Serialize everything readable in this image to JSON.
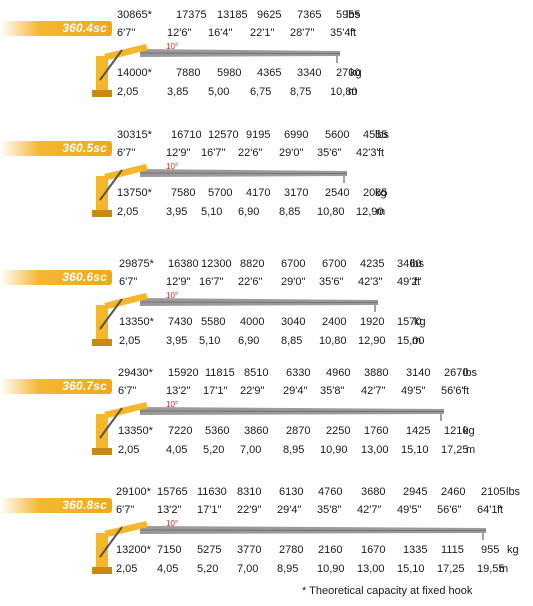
{
  "models": [
    {
      "name": "360.4sc",
      "lbs": [
        "30865*",
        "17375",
        "13185",
        "9625",
        "7365",
        "5955"
      ],
      "ft": [
        "6'7\"",
        "12'6\"",
        "16'4\"",
        "22'1\"",
        "28'7\"",
        "35'4\""
      ],
      "kg": [
        "14000*",
        "7880",
        "5980",
        "4365",
        "3340",
        "2700"
      ],
      "m": [
        "2,05",
        "3,85",
        "5,00",
        "6,75",
        "8,75",
        "10,80"
      ],
      "units": {
        "lbs": "lbs",
        "ft": "ft",
        "kg": "kg",
        "m": "m"
      },
      "angle": "10°"
    },
    {
      "name": "360.5sc",
      "lbs": [
        "30315*",
        "16710",
        "12570",
        "9195",
        "6990",
        "5600",
        "4555"
      ],
      "ft": [
        "6'7\"",
        "12'9\"",
        "16'7\"",
        "22'6\"",
        "29'0\"",
        "35'6\"",
        "42'3\""
      ],
      "kg": [
        "13750*",
        "7580",
        "5700",
        "4170",
        "3170",
        "2540",
        "2065"
      ],
      "m": [
        "2,05",
        "3,95",
        "5,10",
        "6,90",
        "8,85",
        "10,80",
        "12,90"
      ],
      "units": {
        "lbs": "lbs",
        "ft": "ft",
        "kg": "kg",
        "m": "m"
      },
      "angle": "10°"
    },
    {
      "name": "360.6sc",
      "lbs": [
        "29875*",
        "16380",
        "12300",
        "8820",
        "6700",
        "6700",
        "4235",
        "3460"
      ],
      "ft": [
        "6'7\"",
        "12'9\"",
        "16'7\"",
        "22'6\"",
        "29'0\"",
        "35'6\"",
        "42'3\"",
        "49'2\""
      ],
      "kg": [
        "13350*",
        "7430",
        "5580",
        "4000",
        "3040",
        "2400",
        "1920",
        "1570"
      ],
      "m": [
        "2,05",
        "3,95",
        "5,10",
        "6,90",
        "8,85",
        "10,80",
        "12,90",
        "15,00"
      ],
      "units": {
        "lbs": "lbs",
        "ft": "ft",
        "kg": "kg",
        "m": "m"
      },
      "angle": "10°"
    },
    {
      "name": "360.7sc",
      "lbs": [
        "29430*",
        "15920",
        "11815",
        "8510",
        "6330",
        "4960",
        "3880",
        "3140",
        "2670"
      ],
      "ft": [
        "6'7\"",
        "13'2\"",
        "17'1\"",
        "22'9\"",
        "29'4\"",
        "35'8\"",
        "42'7\"",
        "49'5\"",
        "56'6\""
      ],
      "kg": [
        "13350*",
        "7220",
        "5360",
        "3860",
        "2870",
        "2250",
        "1760",
        "1425",
        "1210"
      ],
      "m": [
        "2,05",
        "4,05",
        "5,20",
        "7,00",
        "8,95",
        "10,90",
        "13,00",
        "15,10",
        "17,25"
      ],
      "units": {
        "lbs": "lbs",
        "ft": "ft",
        "kg": "kg",
        "m": "m"
      },
      "angle": "10°"
    },
    {
      "name": "360.8sc",
      "lbs": [
        "29100*",
        "15765",
        "11630",
        "8310",
        "6130",
        "4760",
        "3680",
        "2945",
        "2460",
        "2105"
      ],
      "ft": [
        "6'7\"",
        "13'2\"",
        "17'1\"",
        "22'9\"",
        "29'4\"",
        "35'8\"",
        "42'7\"",
        "49'5\"",
        "56'6\"",
        "64'1\""
      ],
      "kg": [
        "13200*",
        "7150",
        "5275",
        "3770",
        "2780",
        "2160",
        "1670",
        "1335",
        "1115",
        "955"
      ],
      "m": [
        "2,05",
        "4,05",
        "5,20",
        "7,00",
        "8,95",
        "10,90",
        "13,00",
        "15,10",
        "17,25",
        "19,55"
      ],
      "units": {
        "lbs": "lbs",
        "ft": "ft",
        "kg": "kg",
        "m": "m"
      },
      "angle": "10°"
    }
  ],
  "footnote": "* Theoretical capacity at fixed hook",
  "colors": {
    "accent": "#f0a818",
    "boom": "#9a9a9a",
    "crane": "#f5b62a",
    "angle": "#e0271b"
  }
}
